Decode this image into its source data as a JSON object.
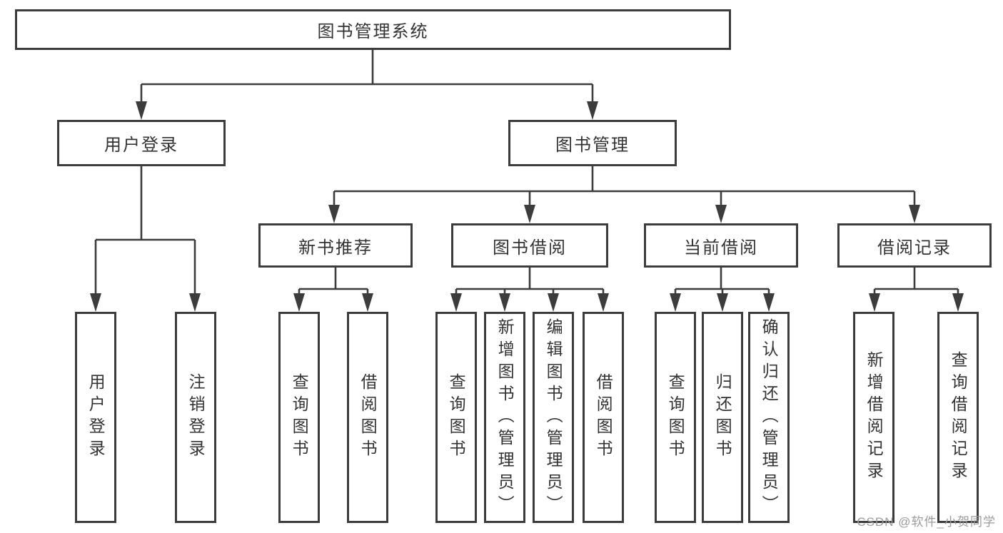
{
  "tree": {
    "root": {
      "label": "图书管理系统"
    },
    "user_login": {
      "label": "用户登录",
      "children": [
        {
          "label": "用户登录"
        },
        {
          "label": "注销登录"
        }
      ]
    },
    "book_mgmt": {
      "label": "图书管理",
      "groups": [
        {
          "label": "新书推荐",
          "children": [
            {
              "label": "查询图书"
            },
            {
              "label": "借阅图书"
            }
          ]
        },
        {
          "label": "图书借阅",
          "children": [
            {
              "label": "查询图书"
            },
            {
              "label": "新增图书（管理员）"
            },
            {
              "label": "编辑图书（管理员）"
            },
            {
              "label": "借阅图书"
            }
          ]
        },
        {
          "label": "当前借阅",
          "children": [
            {
              "label": "查询图书"
            },
            {
              "label": "归还图书"
            },
            {
              "label": "确认归还（管理员）"
            }
          ]
        },
        {
          "label": "借阅记录",
          "children": [
            {
              "label": "新增借阅记录"
            },
            {
              "label": "查询借阅记录"
            }
          ]
        }
      ]
    }
  },
  "watermark": {
    "text": "CSDN @软件_小贺同学",
    "color": "#9b9b9b"
  },
  "colors": {
    "line": "#3c3c3c",
    "text": "#333333",
    "background": "#ffffff"
  }
}
